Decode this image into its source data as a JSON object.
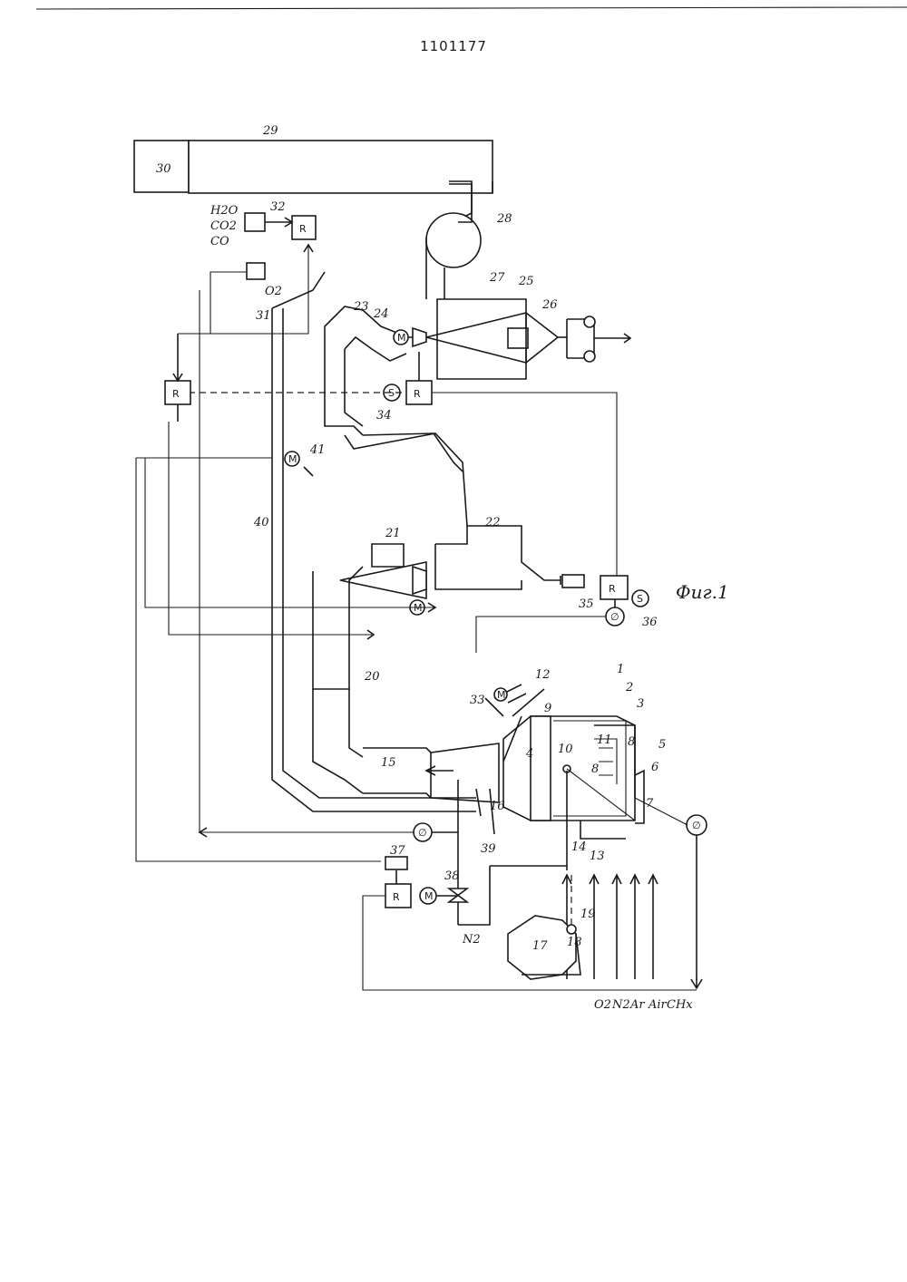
{
  "document": {
    "number": "1101177",
    "figure_caption": "Фиг.1"
  },
  "callouts": {
    "c1": "1",
    "c2": "2",
    "c3": "3",
    "c4": "4",
    "c5": "5",
    "c6": "6",
    "c7": "7",
    "c8a": "8",
    "c8b": "8",
    "c9": "9",
    "c10": "10",
    "c11": "11",
    "c12": "12",
    "c13": "13",
    "c14": "14",
    "c15": "15",
    "c16": "16",
    "c17": "17",
    "c18": "18",
    "c19": "19",
    "c20": "20",
    "c21": "21",
    "c22": "22",
    "c23": "23",
    "c24": "24",
    "c25": "25",
    "c26": "26",
    "c27": "27",
    "c28": "28",
    "c29": "29",
    "c30": "30",
    "c31": "31",
    "c32": "32",
    "c33": "33",
    "c34": "34",
    "c35": "35",
    "c36": "36",
    "c37": "37",
    "c38": "38",
    "c39": "39",
    "c40": "40",
    "c41": "41"
  },
  "gases": {
    "analyzer_top": [
      "CO",
      "CO2",
      "H2O"
    ],
    "oxygen_analyzer": "O2",
    "nitrogen_valve": "N2",
    "inputs": [
      "O2",
      "N2",
      "Ar",
      "Air",
      "CHx"
    ]
  },
  "symbols": {
    "motor": "M",
    "regulator": "R",
    "setpoint": "S",
    "sensor": "∅"
  }
}
